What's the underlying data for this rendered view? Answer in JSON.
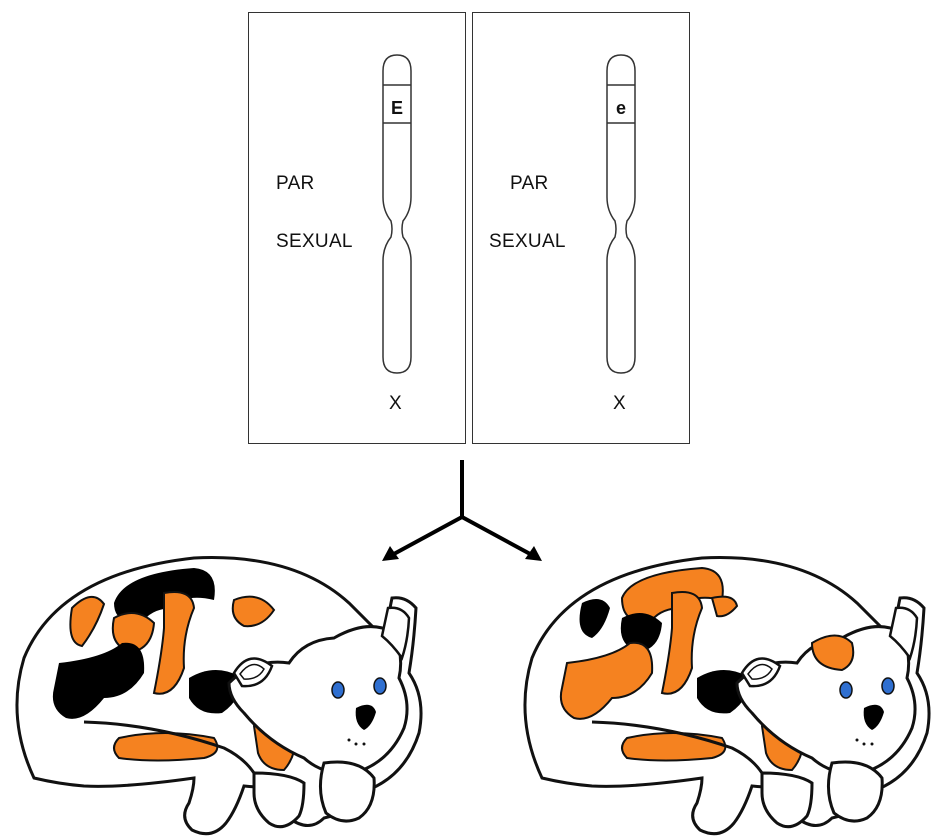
{
  "panels": [
    {
      "pair_label_1": "PAR",
      "pair_label_2": "SEXUAL",
      "allele": "E",
      "chromosome": "X"
    },
    {
      "pair_label_1": "PAR",
      "pair_label_2": "SEXUAL",
      "allele": "e",
      "chromosome": "X"
    }
  ],
  "colors": {
    "orange": "#F58220",
    "black": "#000000",
    "white": "#FFFFFF",
    "eye_blue": "#2F6FD0",
    "outline": "#111111"
  },
  "icons": [
    "chromosome-icon",
    "arrow-icon",
    "calico-cat-icon"
  ]
}
